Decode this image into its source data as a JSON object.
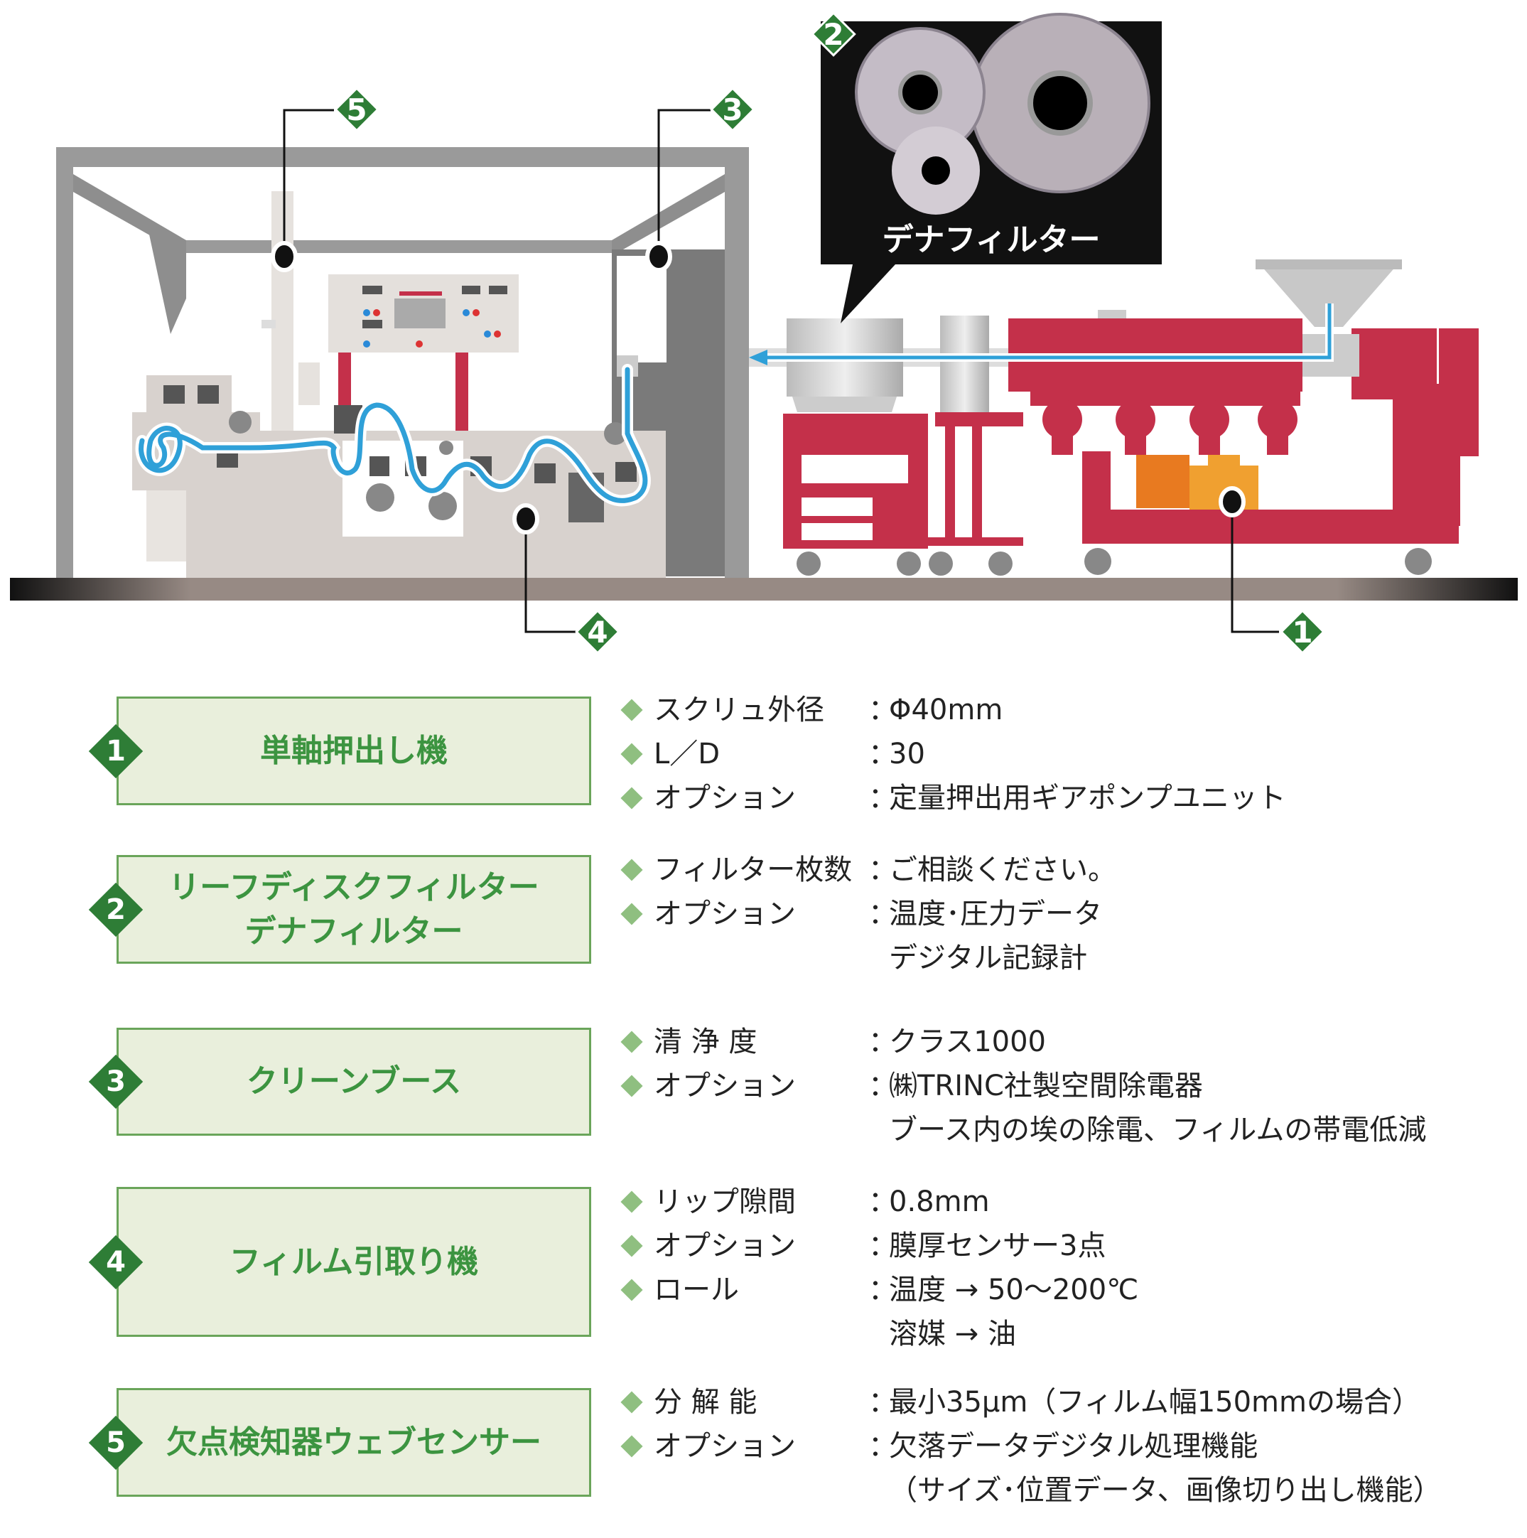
{
  "diagram": {
    "photo_label": "デナフィルター",
    "markers": [
      "1",
      "2",
      "3",
      "4",
      "5"
    ],
    "colors": {
      "extruder": "#c4304a",
      "gearpump": "#f0a030",
      "flow": "#2fa0d8",
      "booth": "#9a9a9a",
      "marker": "#2e7d36"
    }
  },
  "rows": [
    {
      "num": "1",
      "title": [
        "単軸押出し機"
      ],
      "specs": [
        {
          "label": "スクリュ外径",
          "value": "Φ40mm"
        },
        {
          "label": "L／D",
          "value": "30"
        },
        {
          "label": "オプション",
          "value": "定量押出用ギアポンプユニット"
        }
      ]
    },
    {
      "num": "2",
      "title": [
        "リーフディスクフィルター",
        "デナフィルター"
      ],
      "specs": [
        {
          "label": "フィルター枚数",
          "value": "ご相談ください。"
        },
        {
          "label": "オプション",
          "value": "温度･圧力データ"
        },
        {
          "label": "",
          "value": "デジタル記録計"
        }
      ]
    },
    {
      "num": "3",
      "title": [
        "クリーンブース"
      ],
      "specs": [
        {
          "label": "清 浄 度",
          "value": "クラス1000"
        },
        {
          "label": "オプション",
          "value": "㈱TRINC社製空間除電器"
        },
        {
          "label": "",
          "value": "ブース内の埃の除電、フィルムの帯電低減"
        }
      ]
    },
    {
      "num": "4",
      "title": [
        "フィルム引取り機"
      ],
      "specs": [
        {
          "label": "リップ隙間",
          "value": "0.8mm"
        },
        {
          "label": "オプション",
          "value": "膜厚センサー3点"
        },
        {
          "label": "ロール",
          "value": "温度 → 50～200℃"
        },
        {
          "label": "",
          "value": "溶媒 → 油"
        }
      ]
    },
    {
      "num": "5",
      "title": [
        "欠点検知器ウェブセンサー"
      ],
      "specs": [
        {
          "label": "分 解 能",
          "value": "最小35µm（フィルム幅150mmの場合）"
        },
        {
          "label": "オプション",
          "value": "欠落データデジタル処理機能"
        },
        {
          "label": "",
          "value": "（サイズ･位置データ、画像切り出し機能）"
        }
      ]
    }
  ],
  "separator": "："
}
